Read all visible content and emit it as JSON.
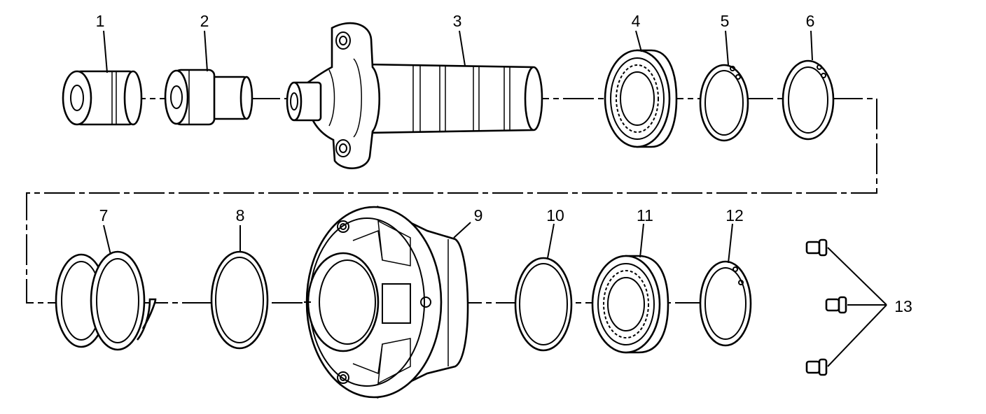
{
  "diagram": {
    "callouts": [
      "1",
      "2",
      "3",
      "4",
      "5",
      "6",
      "7",
      "8",
      "9",
      "10",
      "11",
      "12",
      "13"
    ],
    "part_icons": [
      "bushing-icon",
      "stepped-bushing-icon",
      "shaft-icon",
      "bearing-icon",
      "snap-ring-icon",
      "snap-ring-icon",
      "spring-icon",
      "seal-ring-icon",
      "hub-icon",
      "seal-ring-icon",
      "bearing-icon",
      "snap-ring-icon",
      "bolt-icon"
    ],
    "colors": {
      "line": "#000000",
      "background": "#ffffff"
    }
  }
}
